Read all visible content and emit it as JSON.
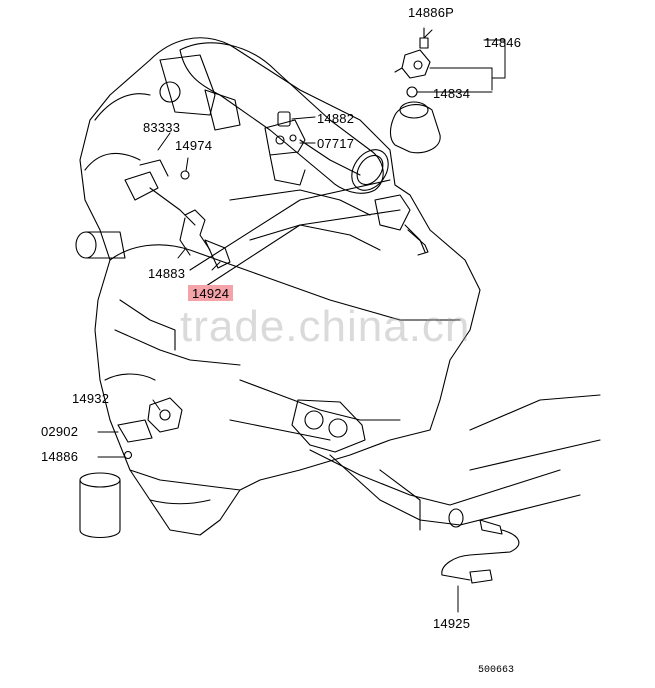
{
  "diagram": {
    "labels": {
      "p14886P": "14886P",
      "p14846": "14846",
      "p14834": "14834",
      "p14882": "14882",
      "p07717": "07717",
      "p83333": "83333",
      "p14974": "14974",
      "p14883": "14883",
      "p14924": "14924",
      "p14932": "14932",
      "p02902": "02902",
      "p14886": "14886",
      "p14925": "14925"
    },
    "highlighted_part": "14924",
    "highlight_color": "#f4a3a8",
    "drawing_number": "500663",
    "watermark": "trade.china.cn"
  }
}
